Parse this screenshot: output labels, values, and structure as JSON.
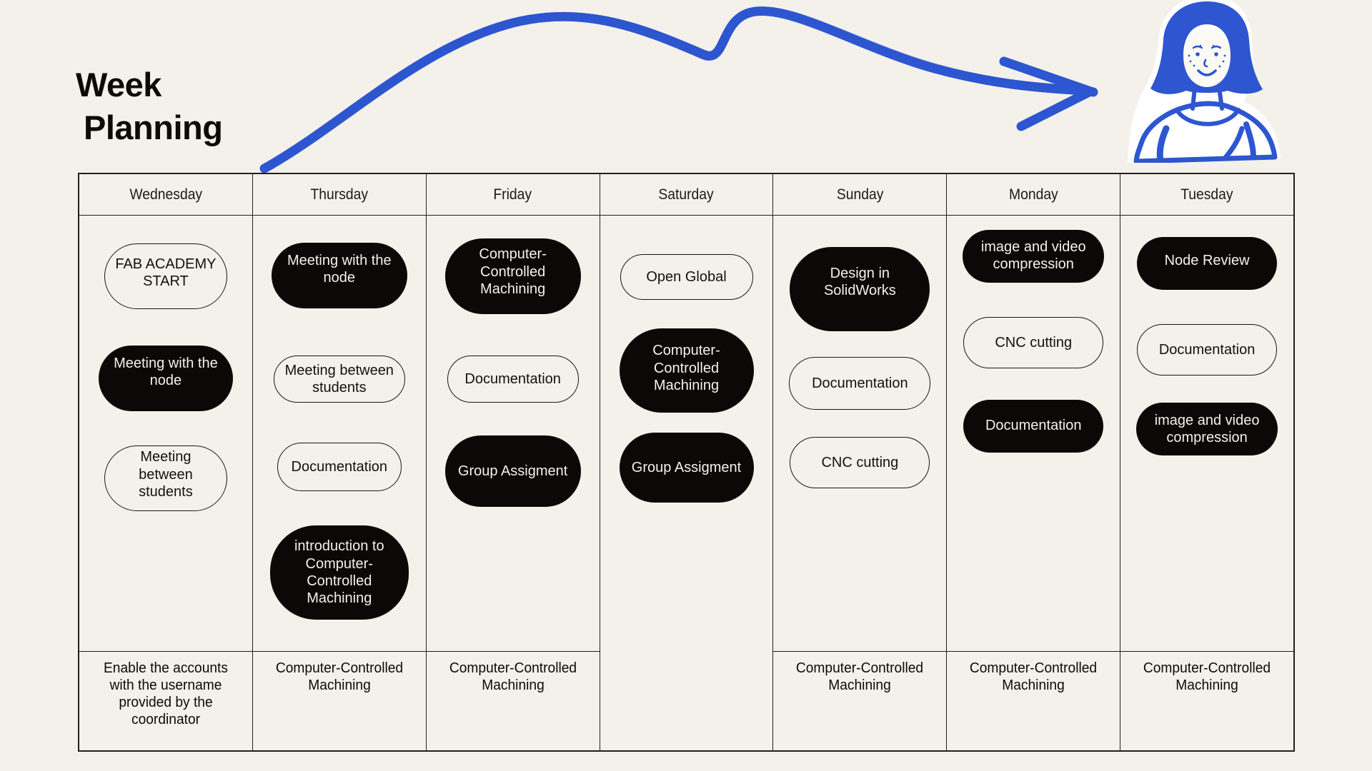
{
  "page": {
    "title_line1": "Week",
    "title_line2": "Planning"
  },
  "week_table": {
    "columns": [
      {
        "day": "Wednesday",
        "tasks": [
          {
            "label": "FAB ACADEMY START",
            "variant": "outline"
          },
          {
            "label": "Meeting with the node",
            "variant": "filled"
          },
          {
            "label": "Meeting between students",
            "variant": "outline"
          }
        ],
        "footer": "Enable the accounts with the username provided by the coordinator",
        "footer_divider": true
      },
      {
        "day": "Thursday",
        "tasks": [
          {
            "label": "Meeting with the node",
            "variant": "filled"
          },
          {
            "label": "Meeting between students",
            "variant": "outline"
          },
          {
            "label": "Documentation",
            "variant": "outline"
          },
          {
            "label": "introduction to Computer-Controlled Machining",
            "variant": "filled"
          }
        ],
        "footer": "Computer-Controlled Machining",
        "footer_divider": true
      },
      {
        "day": "Friday",
        "tasks": [
          {
            "label": "Computer-Controlled Machining",
            "variant": "filled"
          },
          {
            "label": "Documentation",
            "variant": "outline"
          },
          {
            "label": "Group Assigment",
            "variant": "filled"
          }
        ],
        "footer": "Computer-Controlled Machining",
        "footer_divider": true
      },
      {
        "day": "Saturday",
        "tasks": [
          {
            "label": "Open Global",
            "variant": "outline"
          },
          {
            "label": "Computer-Controlled Machining",
            "variant": "filled"
          },
          {
            "label": "Group Assigment",
            "variant": "filled"
          }
        ],
        "footer": "",
        "footer_divider": false
      },
      {
        "day": "Sunday",
        "tasks": [
          {
            "label": "Design in SolidWorks",
            "variant": "filled"
          },
          {
            "label": "Documentation",
            "variant": "outline"
          },
          {
            "label": "CNC cutting",
            "variant": "outline"
          }
        ],
        "footer": "Computer-Controlled Machining",
        "footer_divider": true
      },
      {
        "day": "Monday",
        "tasks": [
          {
            "label": "image and video compression",
            "variant": "filled"
          },
          {
            "label": "CNC cutting",
            "variant": "outline"
          },
          {
            "label": "Documentation",
            "variant": "filled"
          }
        ],
        "footer": "Computer-Controlled Machining",
        "footer_divider": true
      },
      {
        "day": "Tuesday",
        "tasks": [
          {
            "label": "Node Review",
            "variant": "filled"
          },
          {
            "label": "Documentation",
            "variant": "outline"
          },
          {
            "label": "image and video compression",
            "variant": "filled"
          }
        ],
        "footer": "Computer-Controlled Machining",
        "footer_divider": true
      }
    ]
  },
  "decorations": {
    "arrow": "hand-drawn-arrow",
    "person": "woman-illustration"
  },
  "colors": {
    "background": "#f4f1ea",
    "ink": "#0d0b08",
    "accent_blue": "#2d56d0",
    "pill_filled_bg": "#0b0907",
    "pill_filled_text": "#f4f1ea"
  }
}
